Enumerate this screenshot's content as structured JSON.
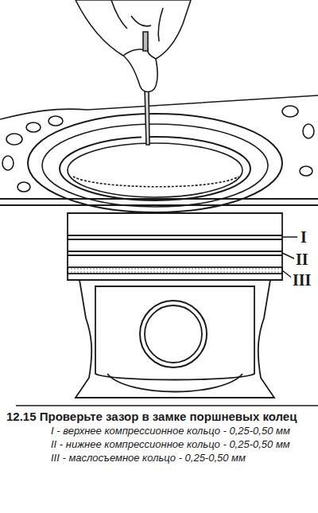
{
  "diagram": {
    "caption": "12.15 Проверьте зазор в замке поршневых колец",
    "labels": [
      "I",
      "II",
      "III",
      "I - верхнее компрессионное кольцо - 0,25-0,50 мм",
      "II - нижнее компрессионное кольцо - 0,25-0,50 мм",
      "III - маслосъемное кольцо - 0,25-0,50 мм"
    ]
  }
}
